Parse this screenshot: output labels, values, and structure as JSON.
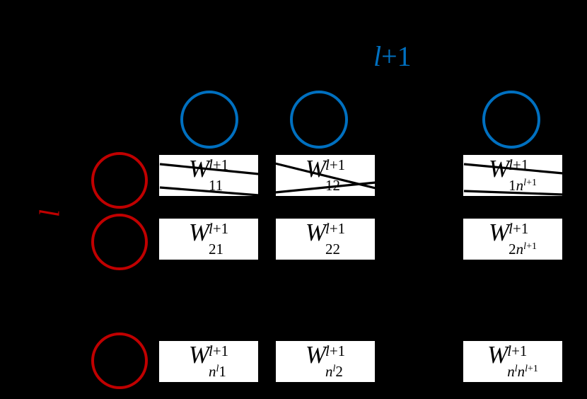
{
  "figure": {
    "background_color": "#000000",
    "box_fill": "#FFFFFF",
    "text_color": "#000000",
    "incoming_layer_color": "#C00000",
    "outgoing_layer_color": "#0070C0"
  },
  "labels": {
    "layer_next": {
      "base": "l",
      "plus": "+1",
      "full": "l+1",
      "color": "#0070C0"
    },
    "layer_current": {
      "base": "l",
      "full": "l",
      "color": "#C00000"
    }
  },
  "neurons": {
    "output_layer": [
      {
        "id": "out-1",
        "color": "#0070C0"
      },
      {
        "id": "out-2",
        "color": "#0070C0"
      },
      {
        "id": "out-n",
        "color": "#0070C0"
      }
    ],
    "input_layer": [
      {
        "id": "in-1",
        "color": "#C00000"
      },
      {
        "id": "in-2",
        "color": "#C00000"
      },
      {
        "id": "in-n",
        "color": "#C00000"
      }
    ]
  },
  "weights": {
    "rows": [
      {
        "row_id": "row-1",
        "cells": [
          {
            "symbol": "W",
            "superscript": "l+1",
            "subscript": "11",
            "sub_base": "1",
            "sub_second": "1",
            "sub_second_sup": "",
            "full": "W_11^{l+1}",
            "has_connector_lines": true
          },
          {
            "symbol": "W",
            "superscript": "l+1",
            "subscript": "12",
            "sub_base": "1",
            "sub_second": "2",
            "sub_second_sup": "",
            "full": "W_12^{l+1}",
            "has_connector_lines": true
          },
          {
            "symbol": "W",
            "superscript": "l+1",
            "subscript": "1n^{l+1}",
            "sub_base": "1",
            "sub_second": "n",
            "sub_second_sup": "l+1",
            "full": "W_1n^{l+1}^{l+1}",
            "has_connector_lines": true
          }
        ]
      },
      {
        "row_id": "row-2",
        "cells": [
          {
            "symbol": "W",
            "superscript": "l+1",
            "subscript": "21",
            "sub_base": "2",
            "sub_second": "1",
            "sub_second_sup": "",
            "full": "W_21^{l+1}",
            "has_connector_lines": false
          },
          {
            "symbol": "W",
            "superscript": "l+1",
            "subscript": "22",
            "sub_base": "2",
            "sub_second": "2",
            "sub_second_sup": "",
            "full": "W_22^{l+1}",
            "has_connector_lines": false
          },
          {
            "symbol": "W",
            "superscript": "l+1",
            "subscript": "2n^{l+1}",
            "sub_base": "2",
            "sub_second": "n",
            "sub_second_sup": "l+1",
            "full": "W_2n^{l+1}^{l+1}",
            "has_connector_lines": false
          }
        ]
      },
      {
        "row_id": "row-n",
        "cells": [
          {
            "symbol": "W",
            "superscript": "l+1",
            "subscript": "n^l 1",
            "sub_base": "n",
            "sub_base_sup": "l",
            "sub_second": "1",
            "sub_second_sup": "",
            "full": "W_n^l1^{l+1}",
            "has_connector_lines": false
          },
          {
            "symbol": "W",
            "superscript": "l+1",
            "subscript": "n^l 2",
            "sub_base": "n",
            "sub_base_sup": "l",
            "sub_second": "2",
            "sub_second_sup": "",
            "full": "W_n^l2^{l+1}",
            "has_connector_lines": false
          },
          {
            "symbol": "W",
            "superscript": "l+1",
            "subscript": "n^l n^{l+1}",
            "sub_base": "n",
            "sub_base_sup": "l",
            "sub_second": "n",
            "sub_second_sup": "l+1",
            "full": "W_n^ln^{l+1}^{l+1}",
            "has_connector_lines": false
          }
        ]
      }
    ]
  }
}
